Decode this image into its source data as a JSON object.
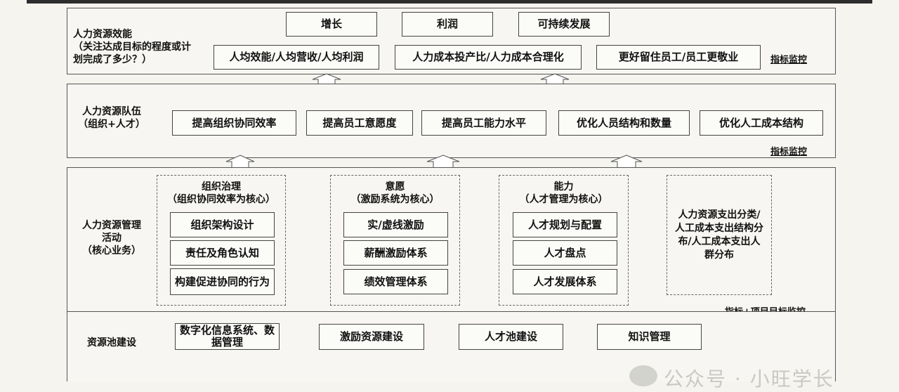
{
  "efficiency": {
    "label_lines": [
      "人力资源效能",
      "（关注达成目标的程度或计",
      "划完成了多少？）"
    ],
    "goals": [
      "增长",
      "利润",
      "可持续发展"
    ],
    "metrics": [
      "人均效能/人均营收/人均利润",
      "人力成本投产比/人力成本合理化",
      "更好留住员工/员工更敬业"
    ],
    "monitor": "指标监控"
  },
  "team": {
    "label_lines": [
      "人力资源队伍",
      "（组织+人才）"
    ],
    "items": [
      "提高组织协同效率",
      "提高员工意愿度",
      "提高员工能力水平",
      "优化人员结构和数量",
      "优化人工成本结构"
    ],
    "monitor": "指标监控"
  },
  "activities": {
    "label_lines": [
      "人力资源管理",
      "活动",
      "（核心业务）"
    ],
    "groups": [
      {
        "title": "组织治理",
        "subtitle": "（组织协同效率为核心）",
        "items": [
          "组织架构设计",
          "责任及角色认知",
          "构建促进协同的行为"
        ]
      },
      {
        "title": "意愿",
        "subtitle": "（激励系统为核心）",
        "items": [
          "实/虚线激励",
          "薪酬激励体系",
          "绩效管理体系"
        ]
      },
      {
        "title": "能力",
        "subtitle": "（人才管理为核心）",
        "items": [
          "人才规划与配置",
          "人才盘点",
          "人才发展体系"
        ]
      }
    ],
    "cost_text": "人力资源支出分类/人工成本支出结构分布/人工成本支出人群分布",
    "monitor": "指标+项目目标监控"
  },
  "pool": {
    "label": "资源池建设",
    "items": [
      "数字化信息系统、数据管理",
      "激励资源建设",
      "人才池建设",
      "知识管理"
    ]
  },
  "watermark": "公众号 · 小旺学长"
}
